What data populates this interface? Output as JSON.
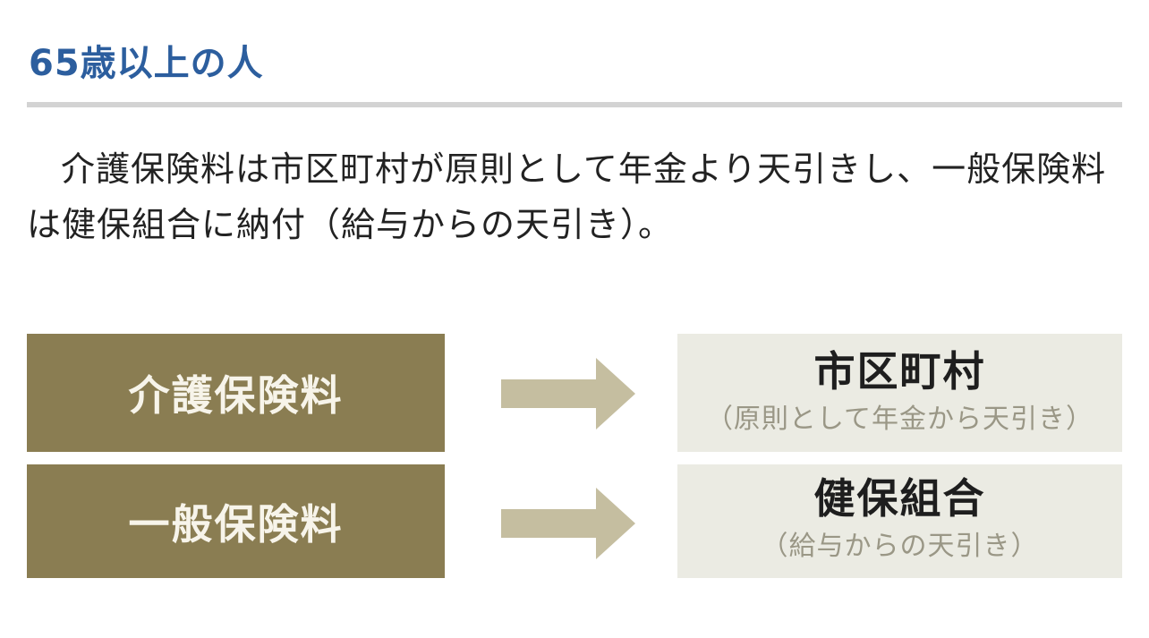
{
  "section": {
    "heading": "65歳以上の人",
    "description": "介護保険料は市区町村が原則として年金より天引きし、一般保険料は健保組合に納付（給与からの天引き）。"
  },
  "flows": [
    {
      "premium": "介護保険料",
      "collector": "市区町村",
      "method": "（原則として年金から天引き）"
    },
    {
      "premium": "一般保険料",
      "collector": "健保組合",
      "method": "（給与からの天引き）"
    }
  ],
  "colors": {
    "heading": "#2c5e9e",
    "left_box": "#8a7d52",
    "arrow": "#c5bea0",
    "right_box": "#ebebe3"
  }
}
